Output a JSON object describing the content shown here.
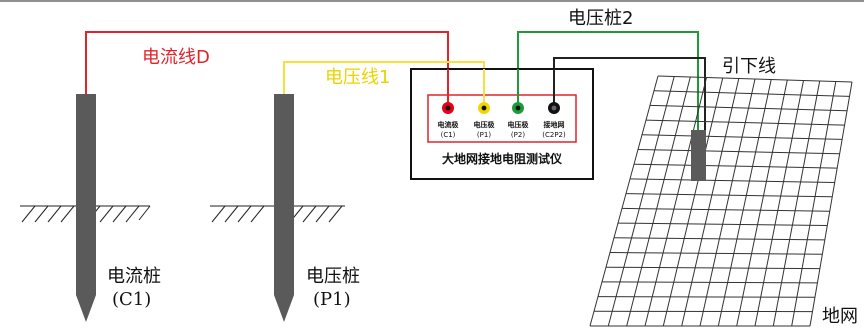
{
  "labels": {
    "current_wire": "电流线D",
    "voltage_wire": "电压线1",
    "voltage_stake2": "电压桩2",
    "down_lead": "引下线",
    "instrument_title": "大地网接地电阻测试仪",
    "stake_c1_name": "电流桩",
    "stake_c1_code": "(C1)",
    "stake_p1_name": "电压桩",
    "stake_p1_code": "(P1)",
    "ground_grid": "地网"
  },
  "terminals": [
    {
      "name": "电流极",
      "code": "(C1)",
      "color": "#e60012"
    },
    {
      "name": "电压极",
      "code": "(P1)",
      "color": "#f2d600"
    },
    {
      "name": "电压极",
      "code": "(P2)",
      "color": "#1e9a3a"
    },
    {
      "name": "接地网",
      "code": "(C2P2)",
      "color": "#111111"
    }
  ],
  "colors": {
    "current_wire": "#e2232a",
    "voltage_wire": "#f5e33b",
    "green_wire": "#1e9a3a",
    "black_wire": "#222222",
    "stake": "#5a5a5a",
    "instrument_border": "#e2232a",
    "label_red": "#e2232a",
    "label_yellow": "#e8d400"
  }
}
